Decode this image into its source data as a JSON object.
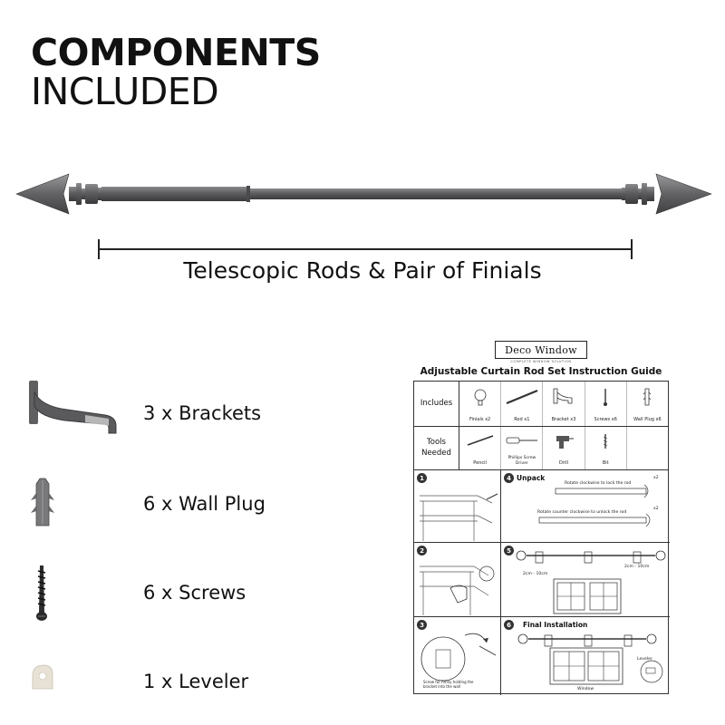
{
  "header": {
    "line1": "COMPONENTS",
    "line2": "INCLUDED"
  },
  "rod": {
    "caption": "Telescopic Rods & Pair of Finials"
  },
  "components": [
    {
      "label": "3 x Brackets",
      "icon": "bracket-icon"
    },
    {
      "label": "6 x Wall Plug",
      "icon": "wall-plug-icon"
    },
    {
      "label": "6 x Screws",
      "icon": "screw-icon"
    },
    {
      "label": "1 x Leveler",
      "icon": "leveler-icon"
    }
  ],
  "guide": {
    "brand": "Deco Window",
    "brand_sub": "COMPLETE WINDOW SOLUTION",
    "title": "Adjustable Curtain Rod Set Instruction Guide",
    "includes_label": "Includes",
    "includes": [
      {
        "label": "Finials x2"
      },
      {
        "label": "Rod x1"
      },
      {
        "label": "Bracket x3"
      },
      {
        "label": "Screws x6"
      },
      {
        "label": "Wall Plug x6"
      }
    ],
    "tools_label_1": "Tools",
    "tools_label_2": "Needed",
    "tools": [
      {
        "label": "Pencil"
      },
      {
        "label": "Phillips Screw Driver"
      },
      {
        "label": "Drill"
      },
      {
        "label": "Bit"
      },
      {
        "label": ""
      }
    ],
    "steps": [
      {
        "num": "1",
        "heading": ""
      },
      {
        "num": "2",
        "heading": ""
      },
      {
        "num": "3",
        "heading": ""
      },
      {
        "num": "4",
        "heading": "Unpack"
      },
      {
        "num": "5",
        "heading": ""
      },
      {
        "num": "6",
        "heading": "Final Installation"
      }
    ],
    "step4_lock": "Rotate clockwise to lock the rod",
    "step4_unlock": "Rotate counter clockwise to unlock the rod",
    "step4_x2": "x2",
    "step5_left": "2cm - 10cm",
    "step5_right": "2cm - 10cm",
    "step3_note": "Screw for firmly holding the bracket into the wall",
    "step6_leveler": "Leveler",
    "step6_window": "Window"
  },
  "colors": {
    "metal": "#5f5f62",
    "metal_dark": "#3c3c3f",
    "line": "#222222",
    "leveler": "#e8e2d6"
  }
}
